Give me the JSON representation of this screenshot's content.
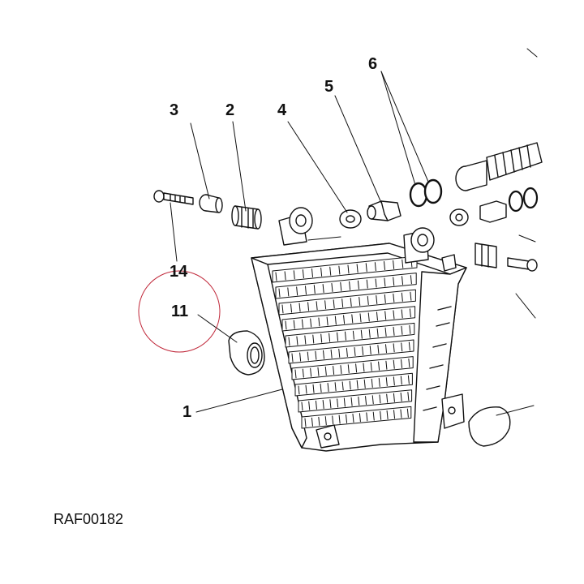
{
  "callouts": {
    "c1": "1",
    "c2": "2",
    "c3": "3",
    "c4": "4",
    "c5": "5",
    "c6": "6",
    "c11": "11",
    "c14": "14"
  },
  "reference_code": "RAF00182",
  "colors": {
    "line": "#111111",
    "highlight_circle": "#c0283a"
  }
}
